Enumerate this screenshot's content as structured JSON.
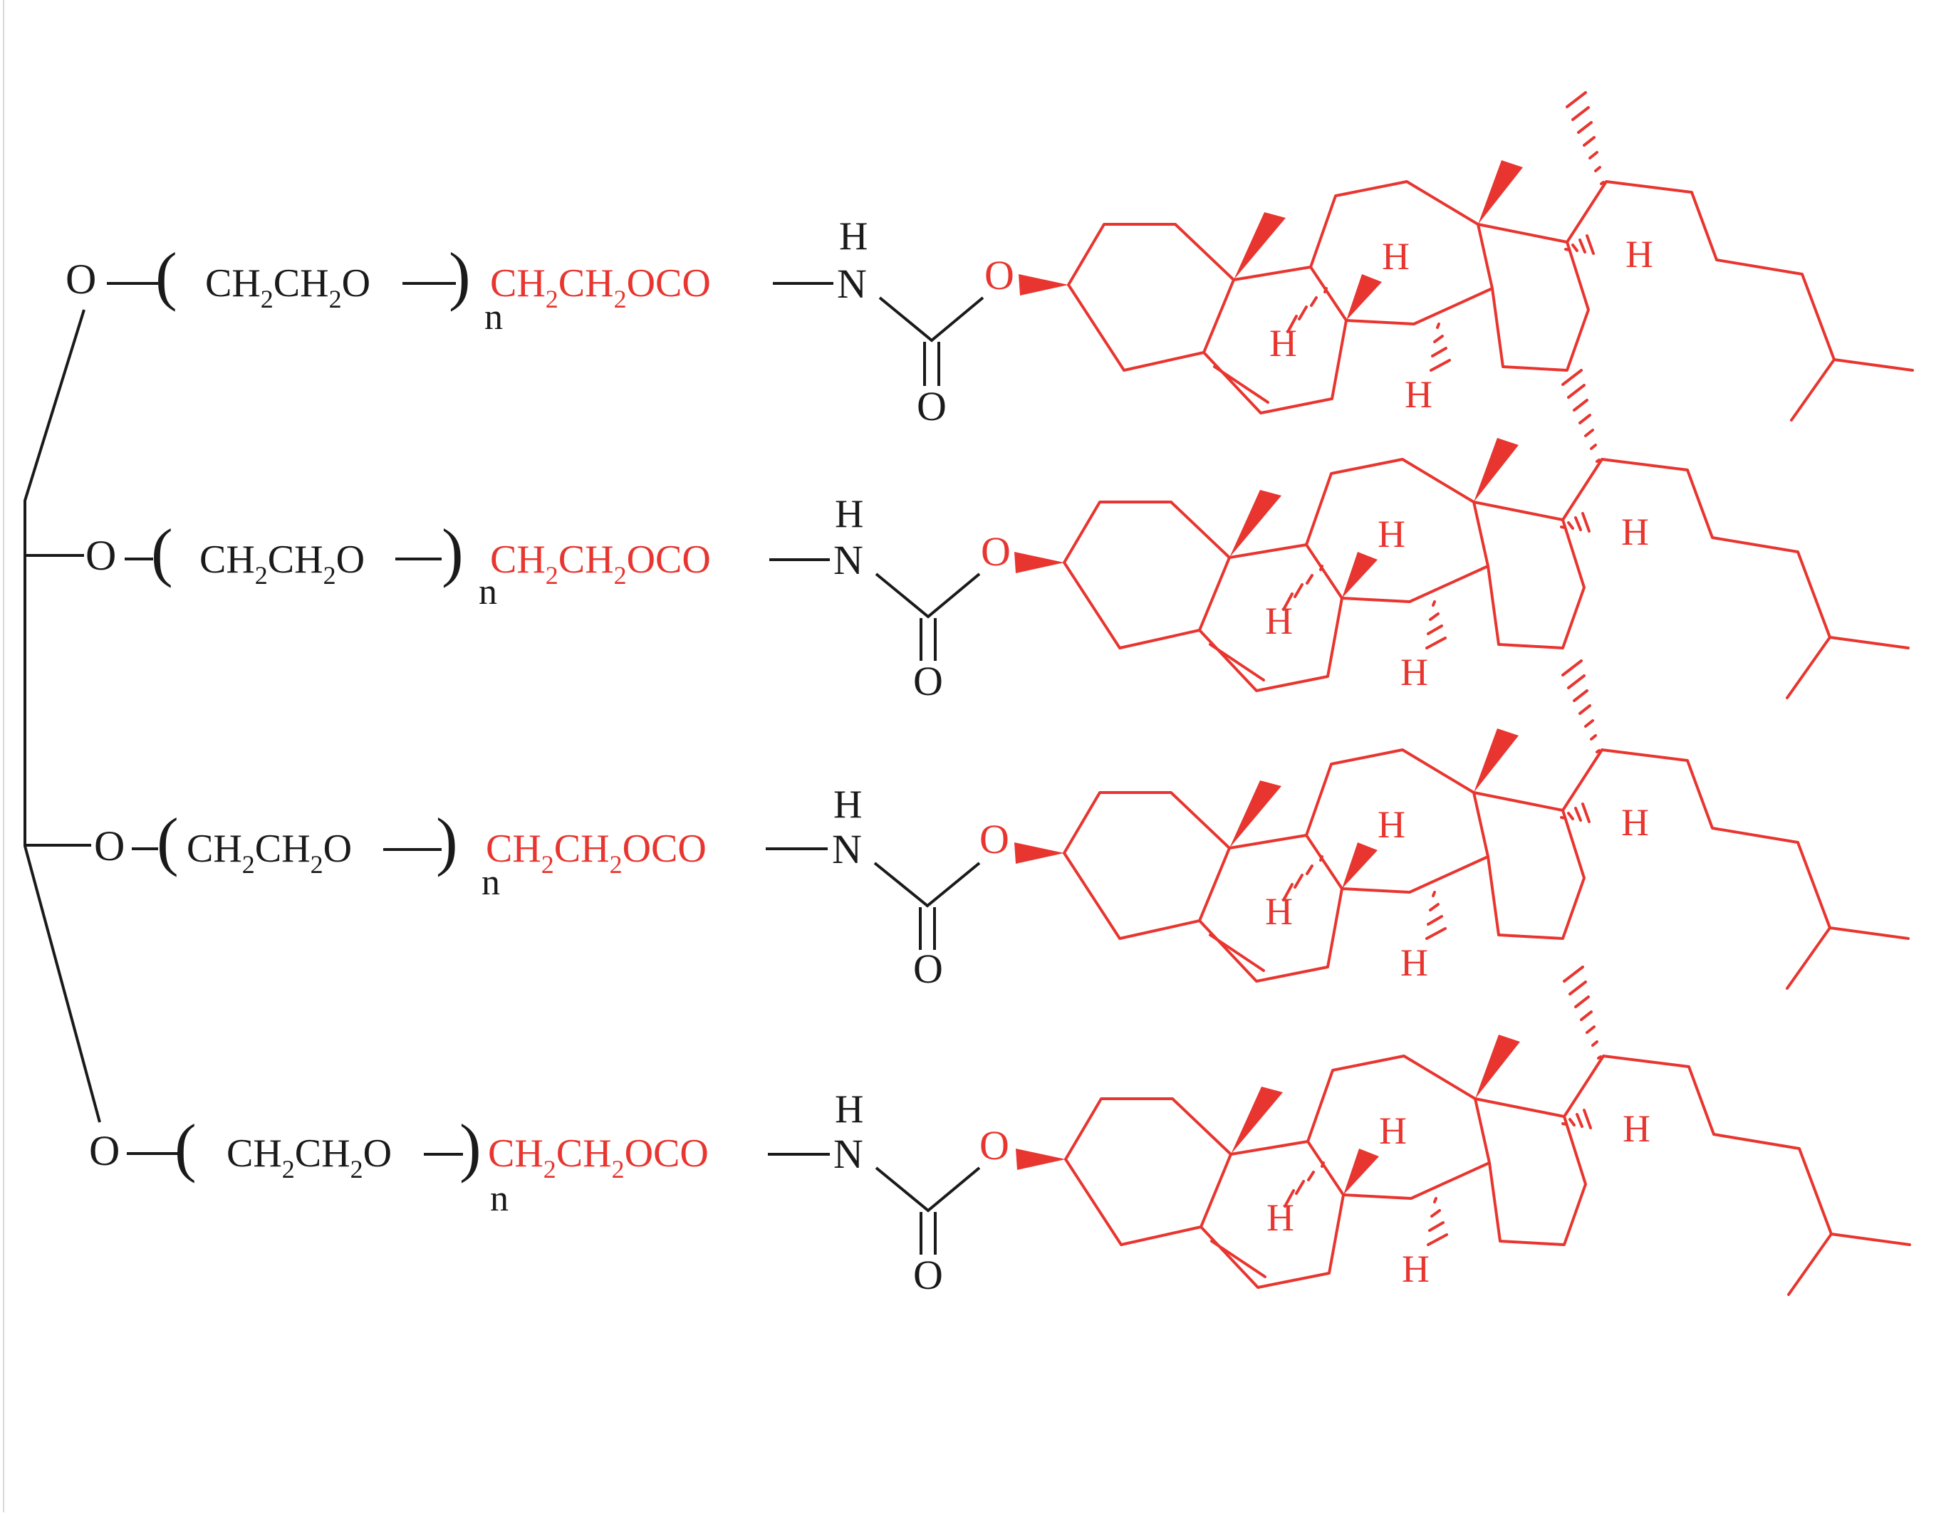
{
  "colors": {
    "core": "#1a1a1a",
    "cholesterol": "#e8352f",
    "background": "#ffffff"
  },
  "core": {
    "ether_o": "O"
  },
  "arm": {
    "peg_unit": {
      "ch_a": "CH",
      "sub_a": "2",
      "ch_b": "CH",
      "sub_b": "2",
      "o": "O"
    },
    "repeat": "n",
    "spacer": {
      "ch_a": "CH",
      "sub_a": "2",
      "ch_b": "CH",
      "sub_b": "2",
      "tail": "OCO"
    },
    "amide": {
      "n": "N",
      "h": "H"
    },
    "carbonyl_o": "O",
    "ester_o": "O"
  },
  "steroid_labels": {
    "h": "H"
  },
  "arms": [
    {},
    {},
    {},
    {}
  ]
}
